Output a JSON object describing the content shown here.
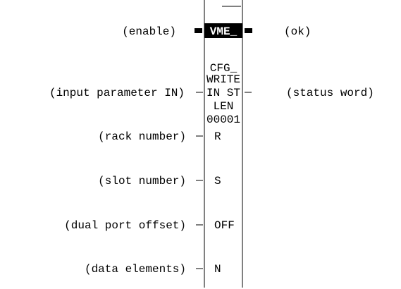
{
  "block": {
    "header": "VME_",
    "function_lines": [
      "CFG_",
      "WRITE",
      "IN ST",
      "LEN",
      "00001"
    ]
  },
  "inputs": [
    {
      "label": "(enable)",
      "pin": ""
    },
    {
      "label": "(input parameter IN)",
      "pin": "IN"
    },
    {
      "label": "(rack number)",
      "pin": "R"
    },
    {
      "label": "(slot number)",
      "pin": "S"
    },
    {
      "label": "(dual port offset)",
      "pin": "OFF"
    },
    {
      "label": "(data elements)",
      "pin": "N"
    }
  ],
  "outputs": [
    {
      "label": "(ok)",
      "pin": ""
    },
    {
      "label": "(status word)",
      "pin": "ST"
    }
  ],
  "colors": {
    "ink": "#000000",
    "header_fill": "#000000",
    "header_text": "#ffffff",
    "background": "#ffffff"
  }
}
